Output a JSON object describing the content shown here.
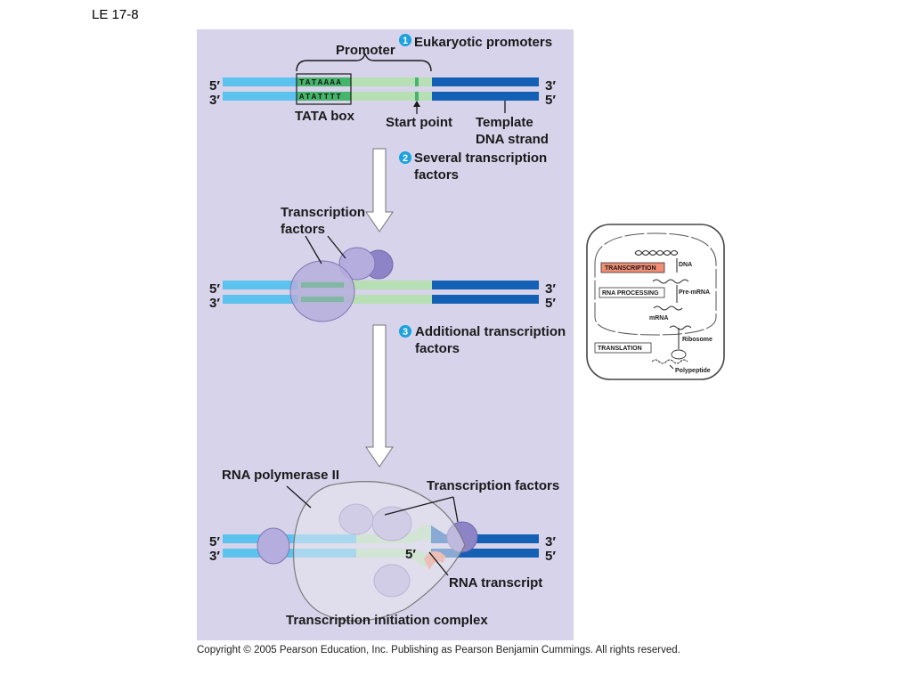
{
  "slide_label": "LE 17-8",
  "copyright": "Copyright ©  2005 Pearson Education, Inc. Publishing as Pearson Benjamin Cummings. All rights reserved.",
  "colors": {
    "panel_bg": "#d6d3ea",
    "strand_light": "#5cc3ee",
    "strand_dark": "#1460b4",
    "promoter_green": "#b6dfb3",
    "tata_green": "#45b56a",
    "protein": "#b5addd",
    "protein_dark": "#8d84c8",
    "rna": "#f08d74",
    "step_circle": "#1ba1de"
  },
  "step1": {
    "number": "1",
    "title": "Eukaryotic promoters",
    "promoter_label": "Promoter",
    "top_seq": "TATAAAA",
    "bottom_seq": "ATATTTT",
    "tata_label": "TATA box",
    "start_label": "Start point",
    "template_line1": "Template",
    "template_line2": "DNA strand",
    "end_top_left": "5′",
    "end_bottom_left": "3′",
    "end_top_right": "3′",
    "end_bottom_right": "5′"
  },
  "step2": {
    "number": "2",
    "title_line1": "Several transcription",
    "title_line2": "factors",
    "tf_line1": "Transcription",
    "tf_line2": "factors",
    "end_top_left": "5′",
    "end_bottom_left": "3′",
    "end_top_right": "3′",
    "end_bottom_right": "5′"
  },
  "step3": {
    "number": "3",
    "title_line1": "Additional transcription",
    "title_line2": "factors",
    "polymerase_label": "RNA polymerase II",
    "tf_label": "Transcription factors",
    "rna_5prime": "5′",
    "rna_label": "RNA transcript",
    "complex_label": "Transcription initiation complex",
    "end_top_left": "5′",
    "end_bottom_left": "3′",
    "end_top_right": "3′",
    "end_bottom_right": "5′"
  },
  "overview": {
    "dna": "DNA",
    "transcription": "TRANSCRIPTION",
    "rna_processing": "RNA PROCESSING",
    "pre_mrna": "Pre-mRNA",
    "mrna": "mRNA",
    "translation": "TRANSLATION",
    "ribosome": "Ribosome",
    "polypeptide": "Polypeptide"
  }
}
